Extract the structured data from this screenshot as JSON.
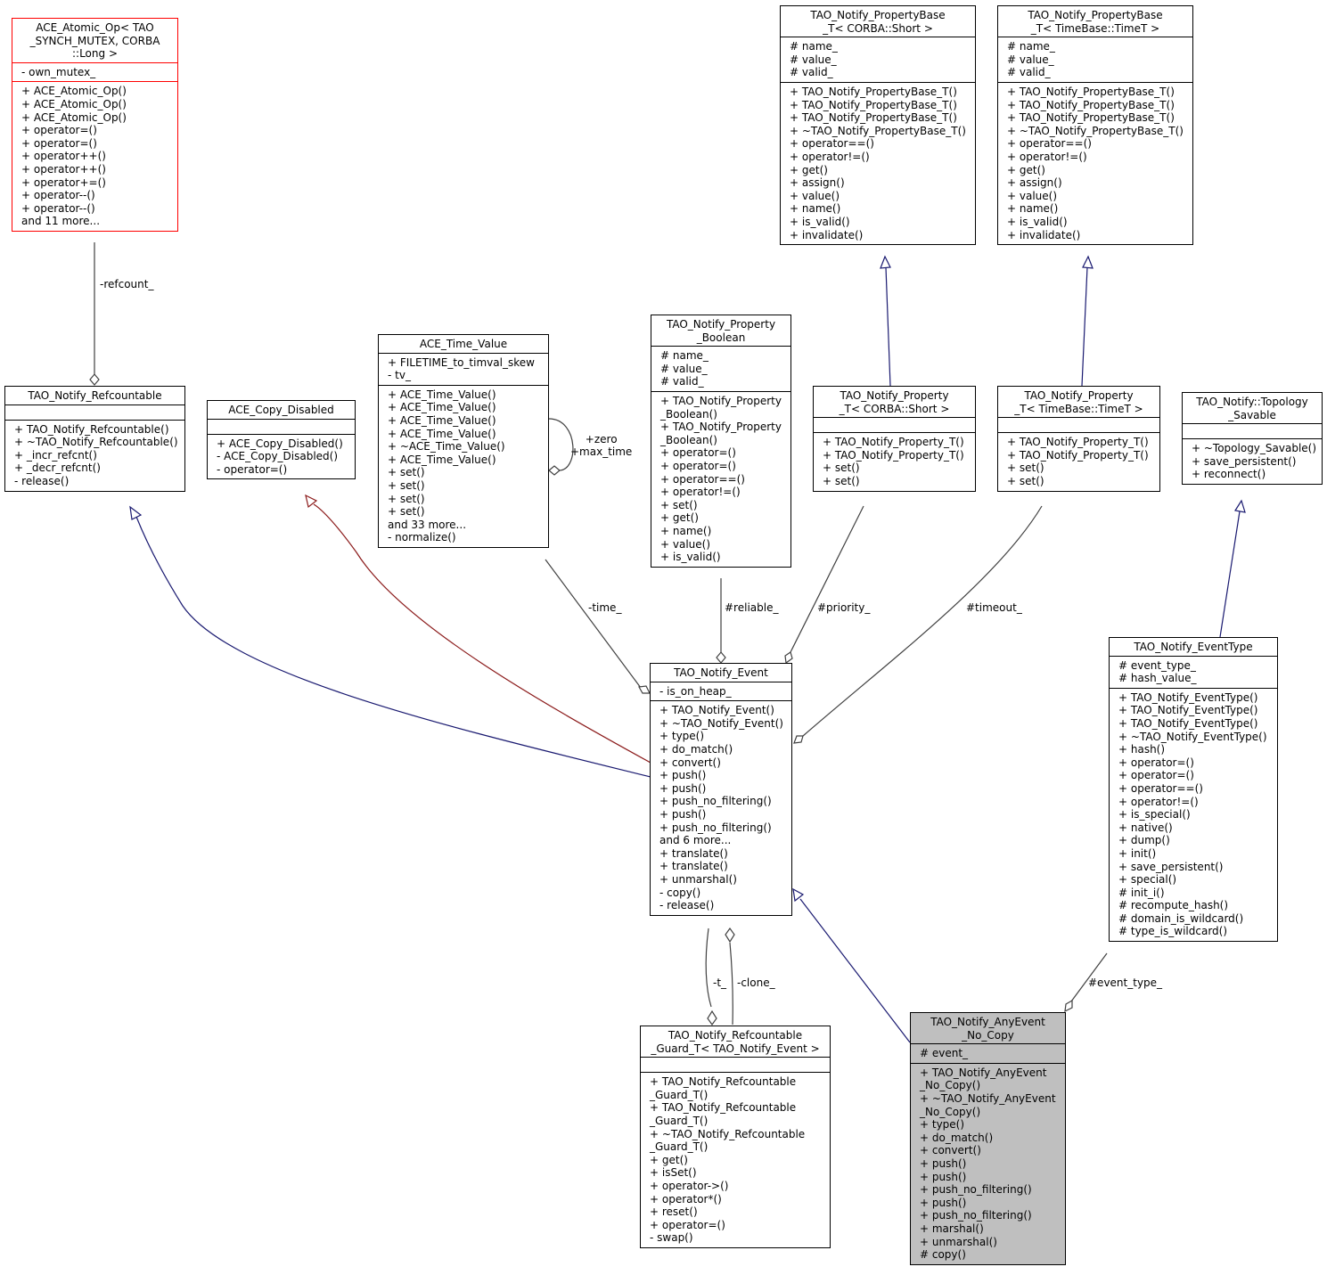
{
  "classes": {
    "atomic_op": {
      "title": "ACE_Atomic_Op< TAO\n_SYNCH_MUTEX, CORBA\n::Long >",
      "attributes": [
        "- own_mutex_"
      ],
      "methods": [
        "+ ACE_Atomic_Op()",
        "+ ACE_Atomic_Op()",
        "+ ACE_Atomic_Op()",
        "+ operator=()",
        "+ operator=()",
        "+ operator++()",
        "+ operator++()",
        "+ operator+=()",
        "+ operator--()",
        "+ operator--()",
        "and 11 more..."
      ]
    },
    "refcountable": {
      "title": "TAO_Notify_Refcountable",
      "attributes": [],
      "methods": [
        "+ TAO_Notify_Refcountable()",
        "+ ~TAO_Notify_Refcountable()",
        "+ _incr_refcnt()",
        "+ _decr_refcnt()",
        "- release()"
      ]
    },
    "copy_disabled": {
      "title": "ACE_Copy_Disabled",
      "attributes": [],
      "methods": [
        "+ ACE_Copy_Disabled()",
        "- ACE_Copy_Disabled()",
        "- operator=()"
      ]
    },
    "time_value": {
      "title": "ACE_Time_Value",
      "attributes": [
        "+ FILETIME_to_timval_skew",
        "- tv_"
      ],
      "methods": [
        "+ ACE_Time_Value()",
        "+ ACE_Time_Value()",
        "+ ACE_Time_Value()",
        "+ ACE_Time_Value()",
        "+ ~ACE_Time_Value()",
        "+ ACE_Time_Value()",
        "+ set()",
        "+ set()",
        "+ set()",
        "+ set()",
        "and 33 more...",
        "- normalize()"
      ]
    },
    "property_boolean": {
      "title": "TAO_Notify_Property\n_Boolean",
      "attributes": [
        "# name_",
        "# value_",
        "# valid_"
      ],
      "methods": [
        "+ TAO_Notify_Property\n_Boolean()",
        "+ TAO_Notify_Property\n_Boolean()",
        "+ operator=()",
        "+ operator=()",
        "+ operator==()",
        "+ operator!=()",
        "+ set()",
        "+ get()",
        "+ name()",
        "+ value()",
        "+ is_valid()"
      ]
    },
    "propbase_short": {
      "title": "TAO_Notify_PropertyBase\n_T< CORBA::Short >",
      "attributes": [
        "# name_",
        "# value_",
        "# valid_"
      ],
      "methods": [
        "+ TAO_Notify_PropertyBase_T()",
        "+ TAO_Notify_PropertyBase_T()",
        "+ TAO_Notify_PropertyBase_T()",
        "+ ~TAO_Notify_PropertyBase_T()",
        "+ operator==()",
        "+ operator!=()",
        "+ get()",
        "+ assign()",
        "+ value()",
        "+ name()",
        "+ is_valid()",
        "+ invalidate()"
      ]
    },
    "propbase_time": {
      "title": "TAO_Notify_PropertyBase\n_T< TimeBase::TimeT >",
      "attributes": [
        "# name_",
        "# value_",
        "# valid_"
      ],
      "methods": [
        "+ TAO_Notify_PropertyBase_T()",
        "+ TAO_Notify_PropertyBase_T()",
        "+ TAO_Notify_PropertyBase_T()",
        "+ ~TAO_Notify_PropertyBase_T()",
        "+ operator==()",
        "+ operator!=()",
        "+ get()",
        "+ assign()",
        "+ value()",
        "+ name()",
        "+ is_valid()",
        "+ invalidate()"
      ]
    },
    "prop_short": {
      "title": "TAO_Notify_Property\n_T< CORBA::Short >",
      "attributes": [],
      "methods": [
        "+ TAO_Notify_Property_T()",
        "+ TAO_Notify_Property_T()",
        "+ set()",
        "+ set()"
      ]
    },
    "prop_time": {
      "title": "TAO_Notify_Property\n_T< TimeBase::TimeT >",
      "attributes": [],
      "methods": [
        "+ TAO_Notify_Property_T()",
        "+ TAO_Notify_Property_T()",
        "+ set()",
        "+ set()"
      ]
    },
    "topology": {
      "title": "TAO_Notify::Topology\n_Savable",
      "attributes": [],
      "methods": [
        "+ ~Topology_Savable()",
        "+ save_persistent()",
        "+ reconnect()"
      ]
    },
    "event": {
      "title": "TAO_Notify_Event",
      "attributes": [
        "- is_on_heap_"
      ],
      "methods": [
        "+ TAO_Notify_Event()",
        "+ ~TAO_Notify_Event()",
        "+ type()",
        "+ do_match()",
        "+ convert()",
        "+ push()",
        "+ push()",
        "+ push_no_filtering()",
        "+ push()",
        "+ push_no_filtering()",
        "and 6 more...",
        "+ translate()",
        "+ translate()",
        "+ unmarshal()",
        "- copy()",
        "- release()"
      ]
    },
    "event_type": {
      "title": "TAO_Notify_EventType",
      "attributes": [
        "# event_type_",
        "# hash_value_"
      ],
      "methods": [
        "+ TAO_Notify_EventType()",
        "+ TAO_Notify_EventType()",
        "+ TAO_Notify_EventType()",
        "+ ~TAO_Notify_EventType()",
        "+ hash()",
        "+ operator=()",
        "+ operator=()",
        "+ operator==()",
        "+ operator!=()",
        "+ is_special()",
        "+ native()",
        "+ dump()",
        "+ init()",
        "+ save_persistent()",
        "+ special()",
        "# init_i()",
        "# recompute_hash()",
        "# domain_is_wildcard()",
        "# type_is_wildcard()"
      ]
    },
    "guard": {
      "title": "TAO_Notify_Refcountable\n_Guard_T< TAO_Notify_Event >",
      "attributes": [],
      "methods": [
        "+ TAO_Notify_Refcountable\n_Guard_T()",
        "+ TAO_Notify_Refcountable\n_Guard_T()",
        "+ ~TAO_Notify_Refcountable\n_Guard_T()",
        "+ get()",
        "+ isSet()",
        "+ operator->()",
        "+ operator*()",
        "+ reset()",
        "+ operator=()",
        "- swap()"
      ]
    },
    "anyevent": {
      "title": "TAO_Notify_AnyEvent\n_No_Copy",
      "attributes": [
        "# event_"
      ],
      "methods": [
        "+ TAO_Notify_AnyEvent\n_No_Copy()",
        "+ ~TAO_Notify_AnyEvent\n_No_Copy()",
        "+ type()",
        "+ do_match()",
        "+ convert()",
        "+ push()",
        "+ push()",
        "+ push_no_filtering()",
        "+ push()",
        "+ push_no_filtering()",
        "+ marshal()",
        "+ unmarshal()",
        "# copy()"
      ]
    }
  },
  "edge_labels": {
    "refcount": "-refcount_",
    "time": "-time_",
    "reliable": "#reliable_",
    "priority": "#priority_",
    "timeout": "#timeout_",
    "zero_max": "+zero\n+max_time",
    "t": "-t_",
    "clone": "-clone_",
    "event_type": "#event_type_"
  },
  "colors": {
    "inheritance_public": "#191970",
    "inheritance_private": "#8b1a1a",
    "usage": "#404040",
    "highlight_fill": "#bfbfbf",
    "template_border": "#ff0000"
  }
}
